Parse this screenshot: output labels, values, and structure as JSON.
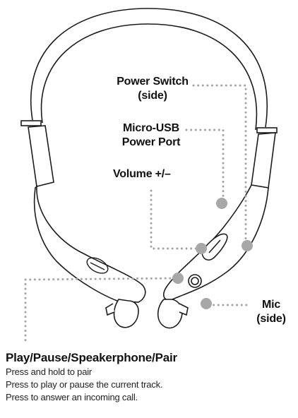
{
  "callouts": {
    "power_switch": {
      "line1": "Power Switch",
      "line2": "(side)"
    },
    "micro_usb": {
      "line1": "Micro-USB",
      "line2": "Power Port"
    },
    "volume": {
      "label": "Volume +/–"
    },
    "mic": {
      "line1": "Mic",
      "line2": "(side)"
    }
  },
  "play_pause": {
    "title": "Play/Pause/Speakerphone/Pair",
    "lines": [
      "Press and hold to pair",
      "Press to play or pause the current track.",
      "Press to answer an incoming call."
    ]
  },
  "colors": {
    "marker": "#a7a7a7",
    "line": "#1c1c1c",
    "leader": "#a5a5a5"
  }
}
